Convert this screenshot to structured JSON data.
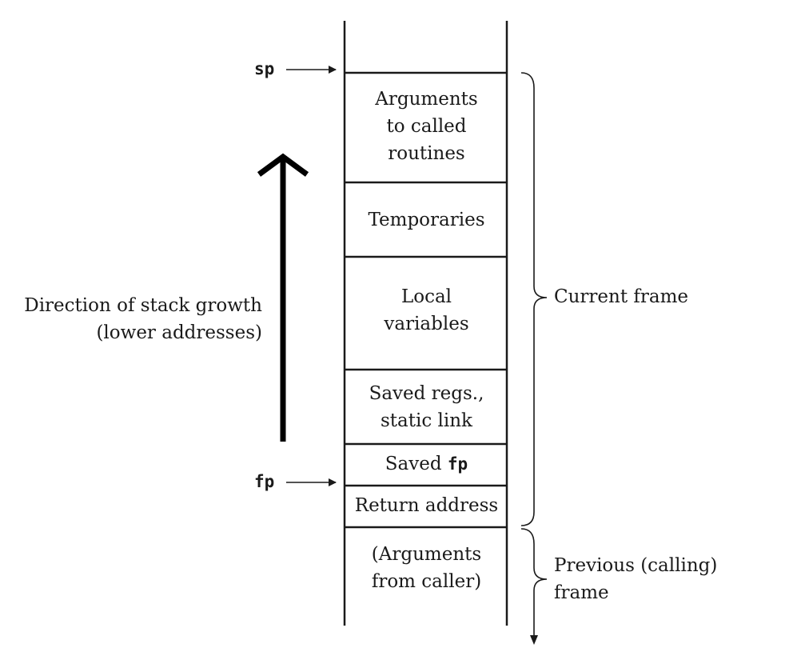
{
  "stack": {
    "sp_label": "sp",
    "fp_label": "fp",
    "cells": [
      {
        "id": "arguments-to-called-routines",
        "text": "Arguments\nto called\nroutines"
      },
      {
        "id": "temporaries",
        "text": "Temporaries"
      },
      {
        "id": "local-variables",
        "text": "Local\nvariables"
      },
      {
        "id": "saved-regs",
        "text": "Saved regs.,\nstatic link"
      },
      {
        "id": "saved-fp",
        "text": "Saved ",
        "code": "fp"
      },
      {
        "id": "return-address",
        "text": "Return address"
      },
      {
        "id": "arguments-from-caller",
        "text": "(Arguments\nfrom caller)"
      }
    ]
  },
  "growth": {
    "label": "Direction of stack growth\n(lower addresses)"
  },
  "brackets": {
    "current": "Current frame",
    "previous": "Previous (calling)\nframe"
  },
  "colors": {
    "ink": "#1a1a1a",
    "background": "#ffffff"
  }
}
